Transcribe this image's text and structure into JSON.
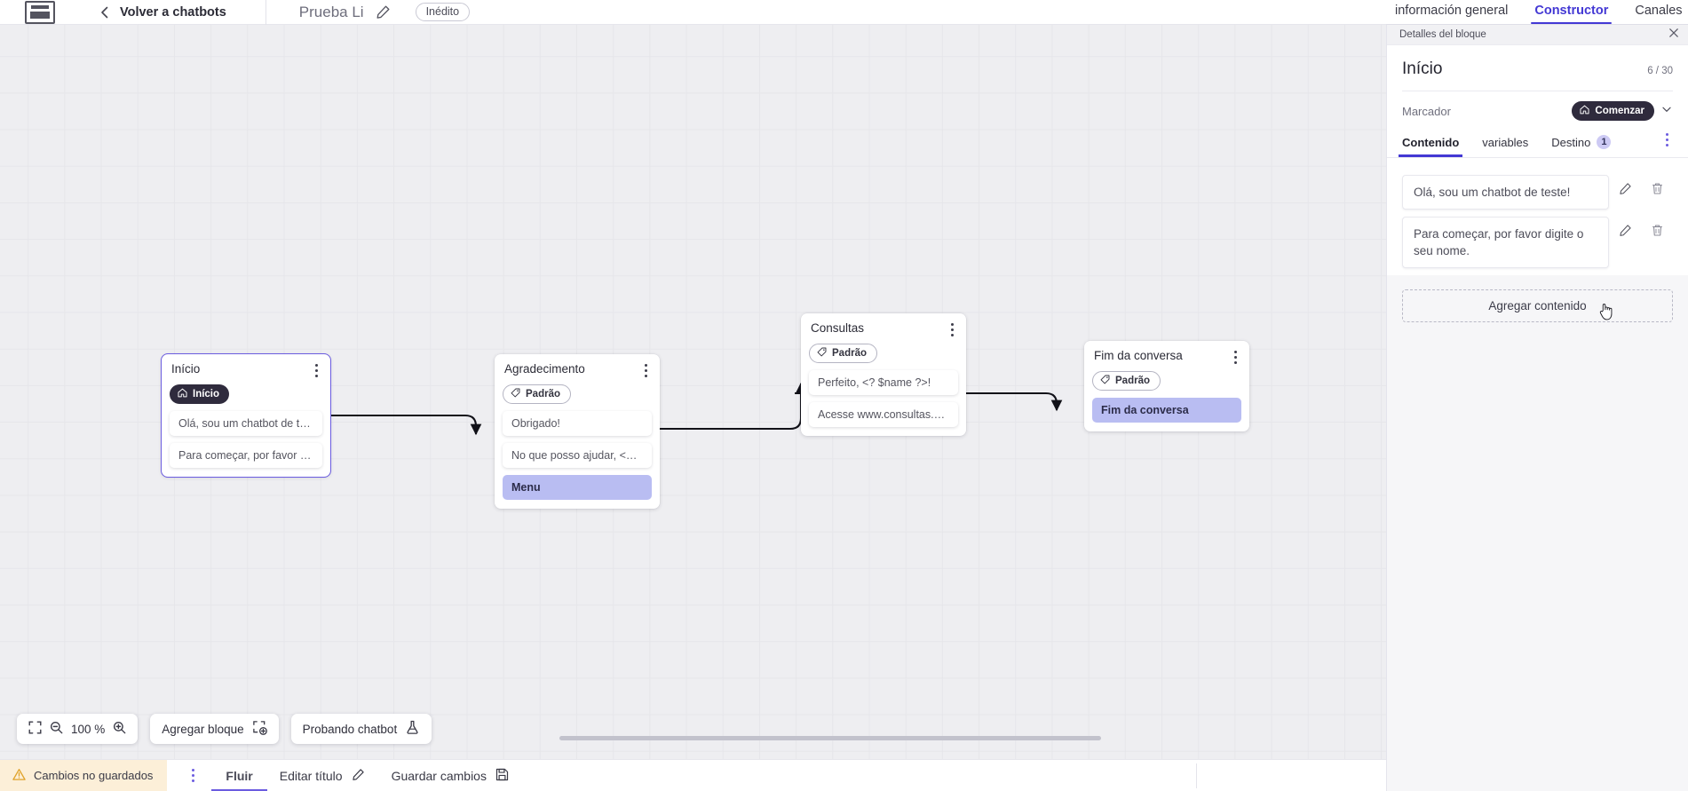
{
  "topbar": {
    "logo_icon": "brand-logo-icon",
    "back_chevron_icon": "chevron-left-icon",
    "back_label": "Volver a chatbots",
    "bot_title": "Prueba Li",
    "edit_title_icon": "pencil-icon",
    "status_chip": "Inédito"
  },
  "top_tabs": [
    {
      "label": "información general",
      "active": false
    },
    {
      "label": "Constructor",
      "active": true
    },
    {
      "label": "Canales",
      "active": false
    }
  ],
  "canvas": {
    "zoom_level": "100 %",
    "fit_icon": "fit-screen-icon",
    "zoom_out_icon": "zoom-out-icon",
    "zoom_in_icon": "zoom-in-icon",
    "add_block_label": "Agregar bloque",
    "add_block_icon": "add-block-icon",
    "test_chatbot_label": "Probando chatbot",
    "test_chatbot_icon": "flask-icon",
    "nodes": [
      {
        "id": "inicio",
        "title": "Início",
        "selected": true,
        "badge": {
          "label": "Início",
          "icon": "home-icon",
          "style": "dark"
        },
        "messages": [
          {
            "text": "Olá, sou um chatbot de teste!",
            "style": "plain"
          },
          {
            "text": "Para começar, por favor digite o ...",
            "style": "plain"
          }
        ]
      },
      {
        "id": "agradecimento",
        "title": "Agradecimento",
        "selected": false,
        "badge": {
          "label": "Padrão",
          "icon": "tag-icon",
          "style": "outline"
        },
        "messages": [
          {
            "text": "Obrigado!",
            "style": "plain"
          },
          {
            "text": "No que posso ajudar, <? $name ...",
            "style": "plain"
          },
          {
            "text": "Menu",
            "style": "accent"
          }
        ]
      },
      {
        "id": "consultas",
        "title": "Consultas",
        "selected": false,
        "badge": {
          "label": "Padrão",
          "icon": "tag-icon",
          "style": "outline"
        },
        "messages": [
          {
            "text": "Perfeito, <? $name ?>!",
            "style": "plain"
          },
          {
            "text": "Acesse www.consultas.com par...",
            "style": "plain"
          }
        ]
      },
      {
        "id": "fim",
        "title": "Fim da conversa",
        "selected": false,
        "badge": {
          "label": "Padrão",
          "icon": "tag-icon",
          "style": "outline"
        },
        "messages": [
          {
            "text": "Fim da conversa",
            "style": "accent"
          }
        ]
      }
    ]
  },
  "statusbar": {
    "warning_icon": "warning-triangle-icon",
    "unsaved_label": "Cambios no guardados",
    "kebab_icon": "more-vertical-icon",
    "flow_label": "Fluir",
    "edit_title_label": "Editar título",
    "edit_title_icon": "pencil-icon",
    "save_label": "Guardar cambios",
    "save_icon": "save-disk-icon"
  },
  "panel": {
    "header_label": "Detalles del bloque",
    "close_icon": "close-icon",
    "block_name": "Início",
    "counter": "6 / 30",
    "marker_label": "Marcador",
    "marker_value": "Comenzar",
    "marker_icon": "home-icon",
    "marker_chevron_icon": "chevron-down-icon",
    "kebab_icon": "more-vertical-icon",
    "tabs": [
      {
        "label": "Contenido",
        "active": true,
        "count": null
      },
      {
        "label": "variables",
        "active": false,
        "count": null
      },
      {
        "label": "Destino",
        "active": false,
        "count": "1"
      }
    ],
    "contents": [
      {
        "text": "Olá, sou um chatbot de teste!",
        "edit_icon": "pencil-icon",
        "delete_icon": "trash-icon"
      },
      {
        "text": "Para começar, por favor digite o seu nome.",
        "edit_icon": "pencil-icon",
        "delete_icon": "trash-icon"
      }
    ],
    "add_content_label": "Agregar contenido",
    "cursor_icon": "hand-pointer-cursor-icon"
  },
  "colors": {
    "accent": "#4338d4",
    "node_selected": "#6b5ce0",
    "msg_accent_bg": "#b9bdf2",
    "badge_dark_bg": "#2f2b3d",
    "warning_bg": "#fcefd8",
    "canvas_bg": "#eeeef1"
  }
}
